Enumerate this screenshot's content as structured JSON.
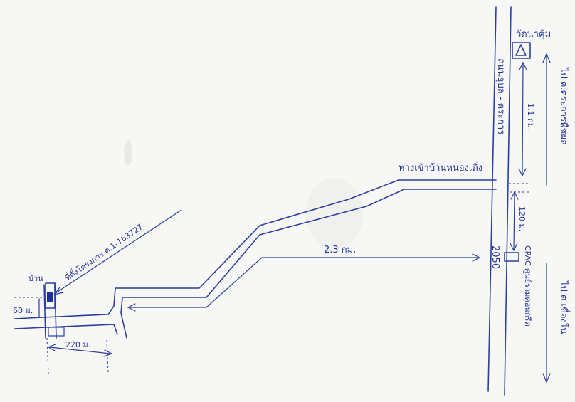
{
  "map": {
    "labels": {
      "temple": "วัดนาคุ้ม",
      "highway": "ถนนอุบล - ตระการ",
      "highway_number": "2050",
      "village_entrance": "ทางเข้าบ้านหนองเดิ่ง",
      "to_tambon_north": "ไป ต.ตระการพืชผล",
      "to_tambon_south": "ไป ต.เขื่องใน",
      "dist_temple": "1.1 กม.",
      "dist_120": "120 ม.",
      "dist_main": "2.3 กม.",
      "dist_220": "220 ม.",
      "dist_60": "60 ม.",
      "point_label": "บ้าน",
      "site_label": "ที่ตั้งโครงการ ต.1-163727",
      "site_code": "CPAC ศูนย์รวมคอนกรีต"
    },
    "temple_symbol": "triangle",
    "ink_color": "#2b3f9e",
    "paper_color": "#f7f7f5"
  }
}
